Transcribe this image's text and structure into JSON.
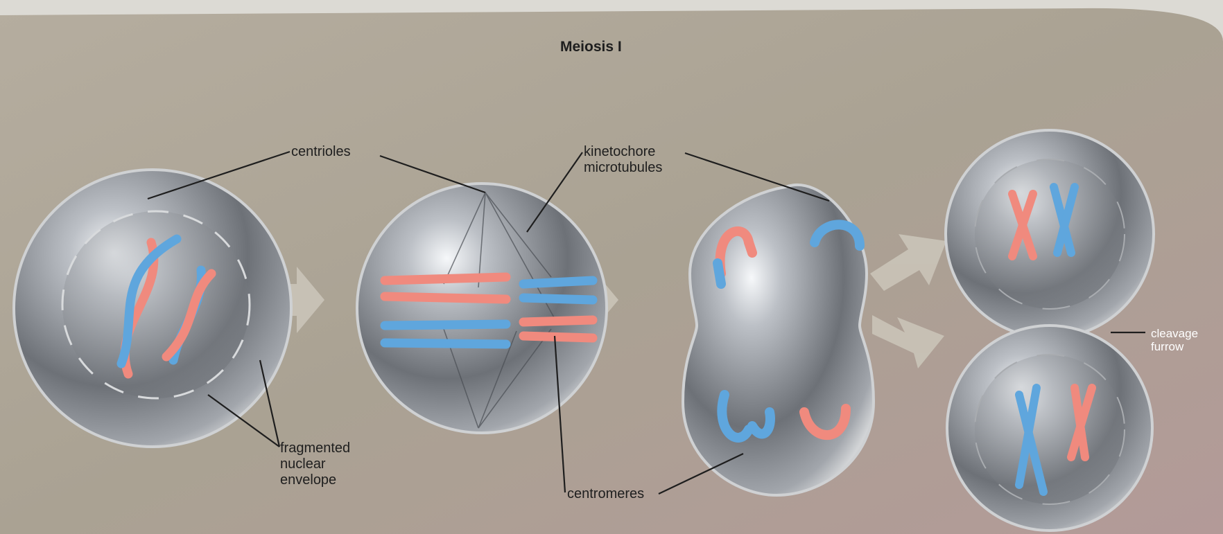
{
  "figure": {
    "title": "Meiosis I",
    "labels": {
      "centrioles": "centrioles",
      "kinetochore_microtubules": [
        "kinetochore",
        "microtubules"
      ],
      "fragmented_nuclear_envelope": [
        "fragmented",
        "nuclear",
        "envelope"
      ],
      "centromeres": "centromeres",
      "cleavage_furrow": [
        "cleavage",
        "furrow"
      ]
    }
  },
  "colors": {
    "background": "#b0a89b",
    "cell": "#9a9ea4",
    "chromosome_red": "#f08a7e",
    "chromosome_blue": "#5fa6dd",
    "arrow": "#c9c3b8",
    "leader_line": "#1e1e1e"
  }
}
